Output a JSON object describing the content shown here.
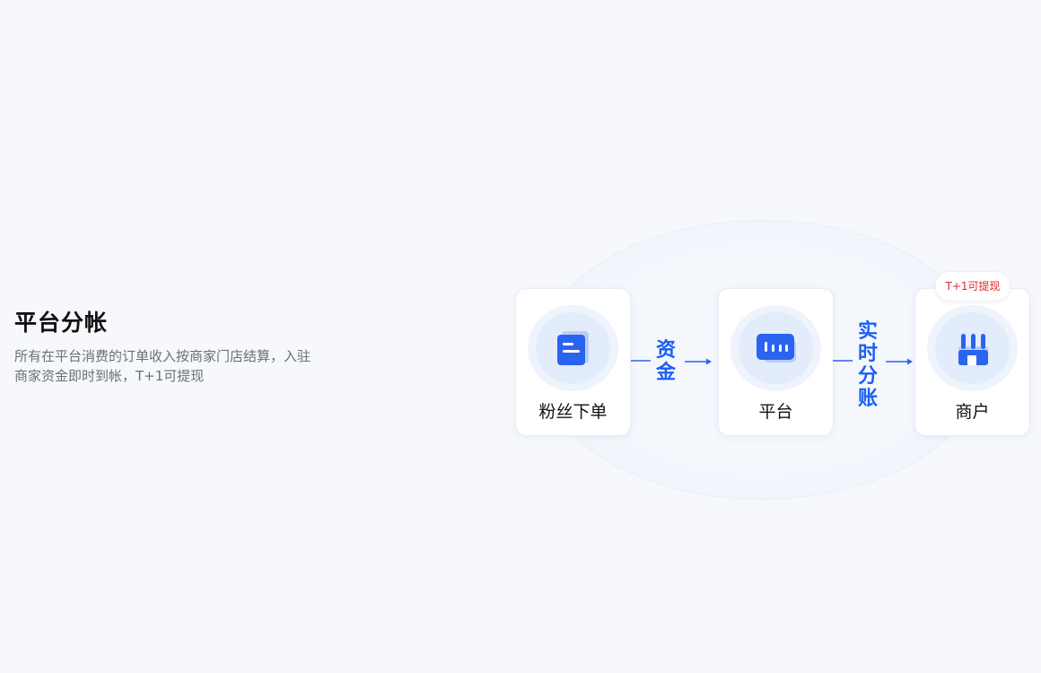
{
  "section": {
    "title": "平台分帐",
    "description": "所有在平台消费的订单收入按商家门店结算，入驻商家资金即时到帐，T+1可提现"
  },
  "flow": {
    "nodes": [
      {
        "label": "粉丝下单",
        "icon": "document-icon"
      },
      {
        "label": "平台",
        "icon": "chat-bubble-icon"
      },
      {
        "label": "商户",
        "icon": "storefront-icon"
      }
    ],
    "links": [
      {
        "label": "资金"
      },
      {
        "label": "实时分账"
      }
    ],
    "badge": "T+1可提现"
  },
  "colors": {
    "background": "#f6f8fc",
    "accent": "#1d5ff0",
    "badge_text": "#e02828",
    "title": "#111111",
    "description": "#6b6f77"
  }
}
